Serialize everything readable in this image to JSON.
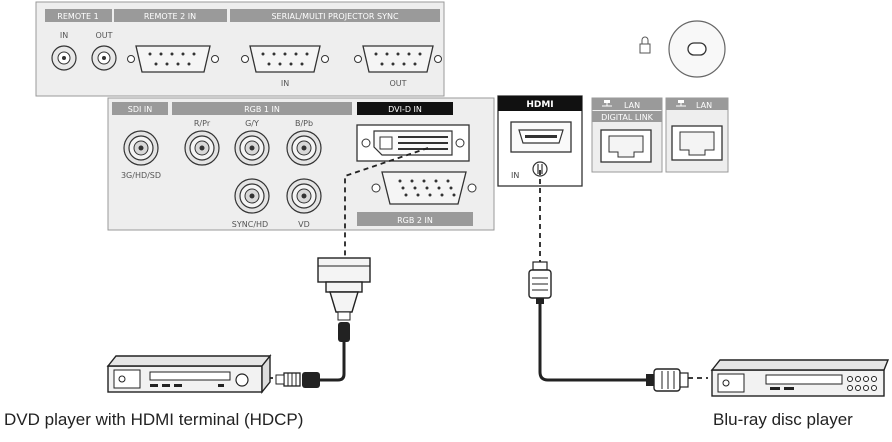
{
  "panel": {
    "remote1": {
      "title": "REMOTE 1",
      "in": "IN",
      "out": "OUT"
    },
    "remote2": {
      "title": "REMOTE 2 IN"
    },
    "serial": {
      "title": "SERIAL/MULTI PROJECTOR SYNC",
      "in": "IN",
      "out": "OUT"
    },
    "sdi": {
      "title": "SDI IN",
      "sub": "3G/HD/SD"
    },
    "rgb1": {
      "title": "RGB 1 IN",
      "r": "R/Pr",
      "g": "G/Y",
      "b": "B/Pb",
      "sync": "SYNC/HD",
      "vd": "VD"
    },
    "dvi": {
      "title": "DVI-D IN"
    },
    "rgb2": {
      "title": "RGB 2 IN"
    },
    "hdmi": {
      "title": "HDMI",
      "in": "IN"
    },
    "lan1": {
      "title": "LAN",
      "sub": "DIGITAL LINK"
    },
    "lan2": {
      "title": "LAN"
    }
  },
  "captions": {
    "left": "DVD player with HDMI terminal (HDCP)",
    "right": "Blu-ray disc player"
  },
  "colors": {
    "section_header": "#9a9a9a",
    "panel_bg": "#eeeeee",
    "line": "#333333"
  }
}
